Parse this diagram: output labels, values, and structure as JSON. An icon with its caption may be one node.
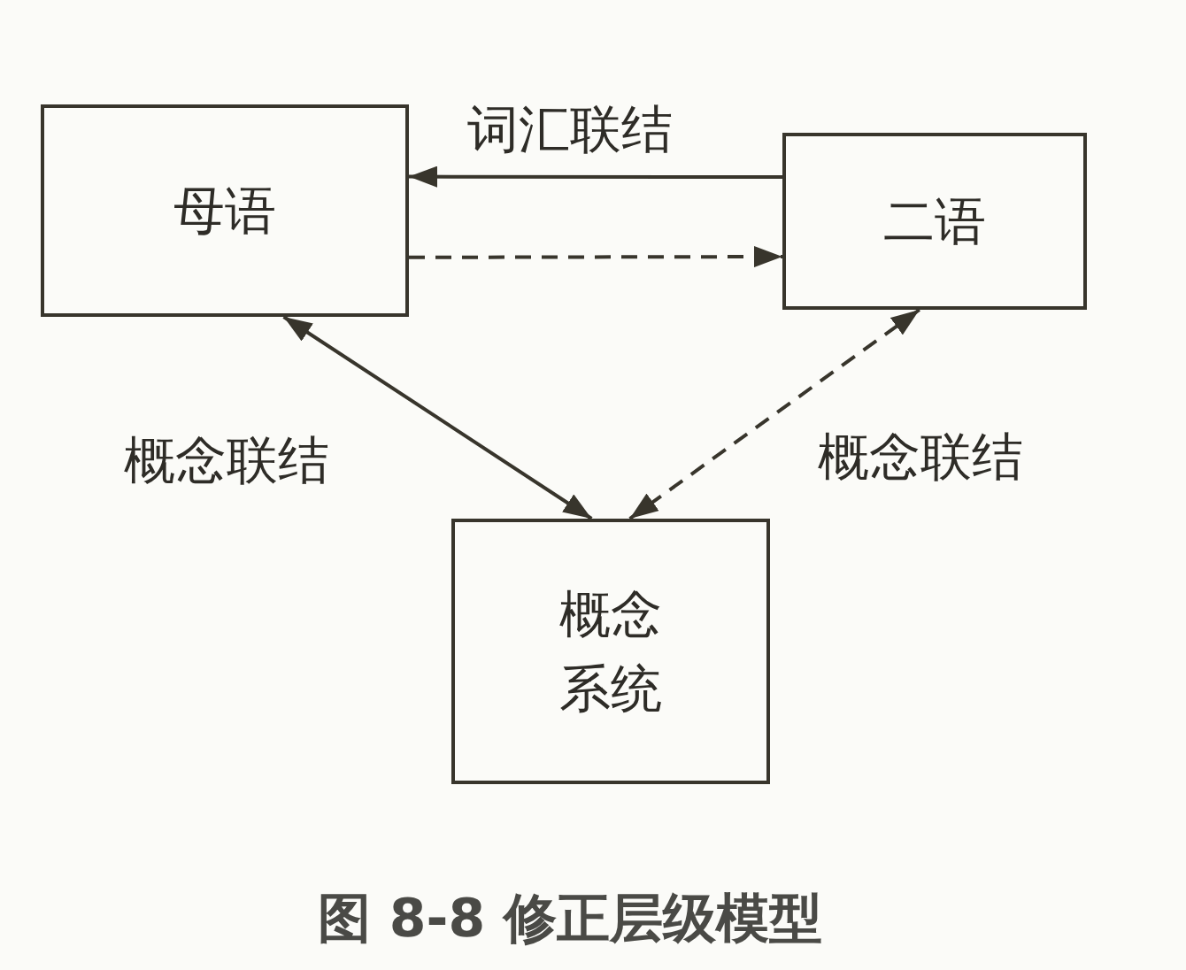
{
  "diagram": {
    "caption": "图 8-8 修正层级模型",
    "nodes": [
      {
        "text": [
          "母语"
        ]
      },
      {
        "text": [
          "二语"
        ]
      },
      {
        "text": [
          "概念系统"
        ]
      }
    ],
    "edges": [
      {
        "from": 1,
        "to": 0,
        "arrow": "to",
        "label": "词汇联结"
      },
      {
        "from": 0,
        "to": 1,
        "arrow": "to",
        "style": "dashed"
      },
      {
        "from": 0,
        "to": 2,
        "arrow": "both",
        "label": "概念联结"
      },
      {
        "from": 1,
        "to": 2,
        "arrow": "both",
        "style": "dashed",
        "label": "概念联结"
      }
    ]
  }
}
